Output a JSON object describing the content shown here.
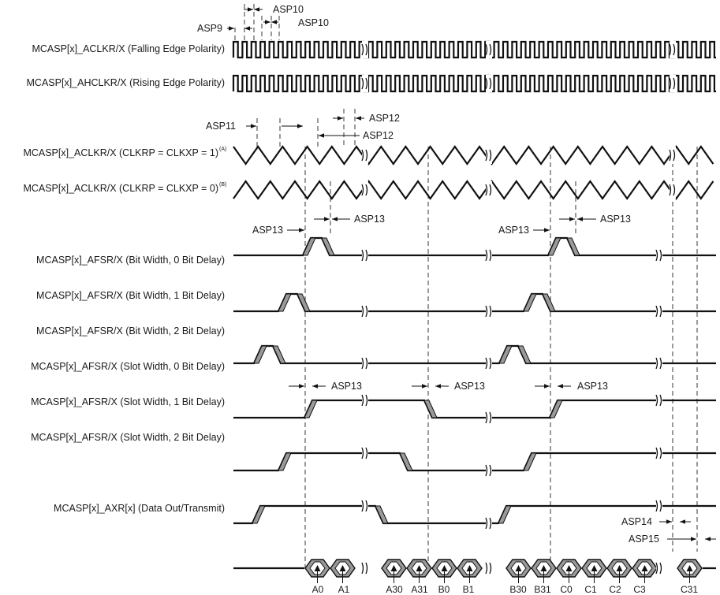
{
  "signals": [
    {
      "id": "aclk_fall",
      "label": "MCASP[x]_ACLKR/X (Falling Edge Polarity)",
      "note": ""
    },
    {
      "id": "ahclk_rise",
      "label": "MCASP[x]_AHCLKR/X (Rising Edge Polarity)",
      "note": ""
    },
    {
      "id": "aclk_p1",
      "label": "MCASP[x]_ACLKR/X (CLKRP = CLKXP = 1)",
      "note": "(A)"
    },
    {
      "id": "aclk_p0",
      "label": "MCASP[x]_ACLKR/X (CLKRP = CLKXP = 0)",
      "note": "(B)"
    },
    {
      "id": "afsr_b0",
      "label": "MCASP[x]_AFSR/X (Bit Width, 0 Bit Delay)",
      "note": ""
    },
    {
      "id": "afsr_b1",
      "label": "MCASP[x]_AFSR/X (Bit Width, 1 Bit Delay)",
      "note": ""
    },
    {
      "id": "afsr_b2",
      "label": "MCASP[x]_AFSR/X (Bit Width, 2 Bit Delay)",
      "note": ""
    },
    {
      "id": "afsr_s0",
      "label": "MCASP[x]_AFSR/X (Slot Width, 0 Bit Delay)",
      "note": ""
    },
    {
      "id": "afsr_s1",
      "label": "MCASP[x]_AFSR/X (Slot Width, 1 Bit Delay)",
      "note": ""
    },
    {
      "id": "afsr_s2",
      "label": "MCASP[x]_AFSR/X (Slot Width, 2 Bit Delay)",
      "note": ""
    },
    {
      "id": "axr",
      "label": "MCASP[x]_AXR[x] (Data Out/Transmit)",
      "note": ""
    }
  ],
  "timing_labels": {
    "asp9": "ASP9",
    "asp10_a": "ASP10",
    "asp10_b": "ASP10",
    "asp11": "ASP11",
    "asp12_a": "ASP12",
    "asp12_b": "ASP12",
    "asp13_a": "ASP13",
    "asp13_b": "ASP13",
    "asp13_c": "ASP13",
    "asp13_d": "ASP13",
    "asp13_e": "ASP13",
    "asp13_f": "ASP13",
    "asp13_g": "ASP13",
    "asp14": "ASP14",
    "asp15": "ASP15"
  },
  "data_labels": [
    "A0",
    "A1",
    "A30",
    "A31",
    "B0",
    "B1",
    "B30",
    "B31",
    "C0",
    "C1",
    "C2",
    "C3",
    "C31"
  ]
}
